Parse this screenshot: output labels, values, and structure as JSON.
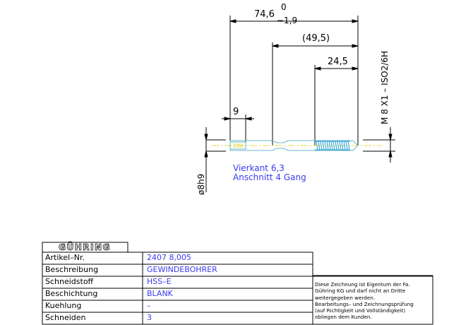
{
  "dimensions": {
    "overall_length": "74,6",
    "overall_tol_upper": "0",
    "overall_tol_lower": "−1,9",
    "ref_length": "(49,5)",
    "thread_length": "24,5",
    "square_length": "9",
    "diameter": "ø8h9",
    "thread_spec": "M 8   X1  –  ISO2/6H"
  },
  "notes": {
    "square": "Vierkant 6,3",
    "chamfer": "Anschnitt 4 Gang"
  },
  "title_block": {
    "logo": "GÜHRING",
    "rows": [
      {
        "label": "Artikel–Nr.",
        "value": "2407 8,005"
      },
      {
        "label": "Beschreibung",
        "value": "GEWINDEBOHRER"
      },
      {
        "label": "Schneidstoff",
        "value": "HSS–E"
      },
      {
        "label": "Beschichtung",
        "value": "BLANK"
      },
      {
        "label": "Kuehlung",
        "value": "–"
      },
      {
        "label": "Schneiden",
        "value": "3"
      }
    ],
    "disclaimer_lines": [
      "Diese Zeichnung ist Eigentum der Fa.",
      "Gühring KG und darf nicht an Dritte",
      "weitergegeben werden.",
      "Bearbeitungs– und Zeichnungsprüfung",
      "(auf Richtigkeit und Vollständigkeit)",
      "obliegen dem Kunden."
    ]
  },
  "colors": {
    "dim_line": "#000000",
    "body_line": "#6fb4c8",
    "thread": "#1f9fd6",
    "centerline": "#e8d94a",
    "annotation": "#3a3af0"
  }
}
